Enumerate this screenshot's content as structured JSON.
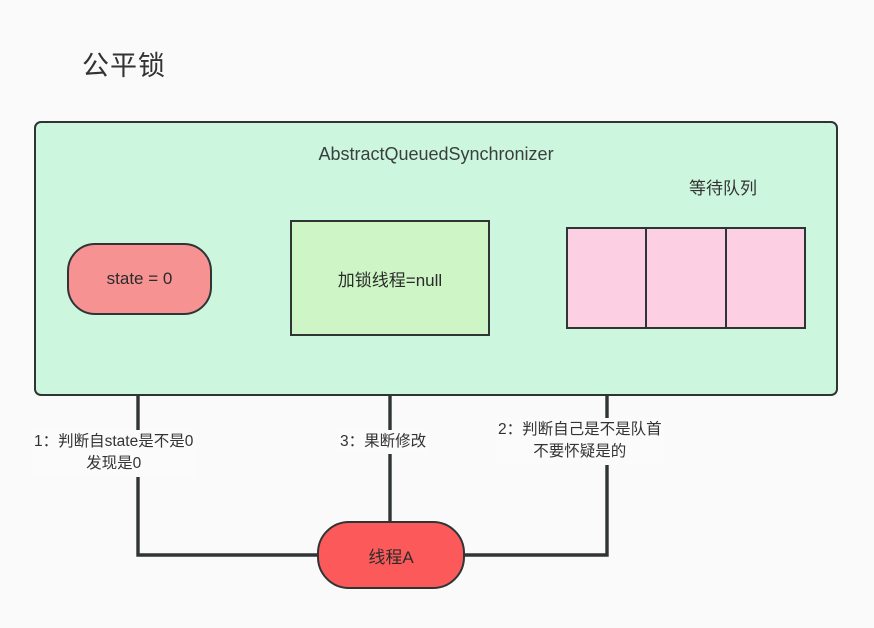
{
  "title": "公平锁",
  "container": {
    "name": "AbstractQueuedSynchronizer",
    "queue_caption": "等待队列"
  },
  "nodes": {
    "state": "state = 0",
    "lock_owner": "加锁线程=null",
    "thread": "线程A"
  },
  "queue": {
    "cells": [
      "",
      "",
      ""
    ],
    "cell_count": 3
  },
  "edges": [
    {
      "id": "1",
      "line1": "1：判断自state是不是0",
      "line2": "发现是0",
      "from": "线程A",
      "to": "state = 0"
    },
    {
      "id": "3",
      "line1": "3：果断修改",
      "line2": "",
      "from": "线程A",
      "to": "加锁线程=null"
    },
    {
      "id": "2",
      "line1": "2：判断自己是不是队首",
      "line2": "不要怀疑是的",
      "from": "线程A",
      "to": "等待队列"
    }
  ],
  "colors": {
    "page_background": "#fafafa",
    "container_fill": "#ccf6dd",
    "state_fill": "#f79292",
    "lock_owner_fill": "#cdf5c5",
    "queue_cell_fill": "#fccfe3",
    "thread_fill": "#fc5a5a",
    "stroke": "#2f3434",
    "text": "#333333"
  }
}
